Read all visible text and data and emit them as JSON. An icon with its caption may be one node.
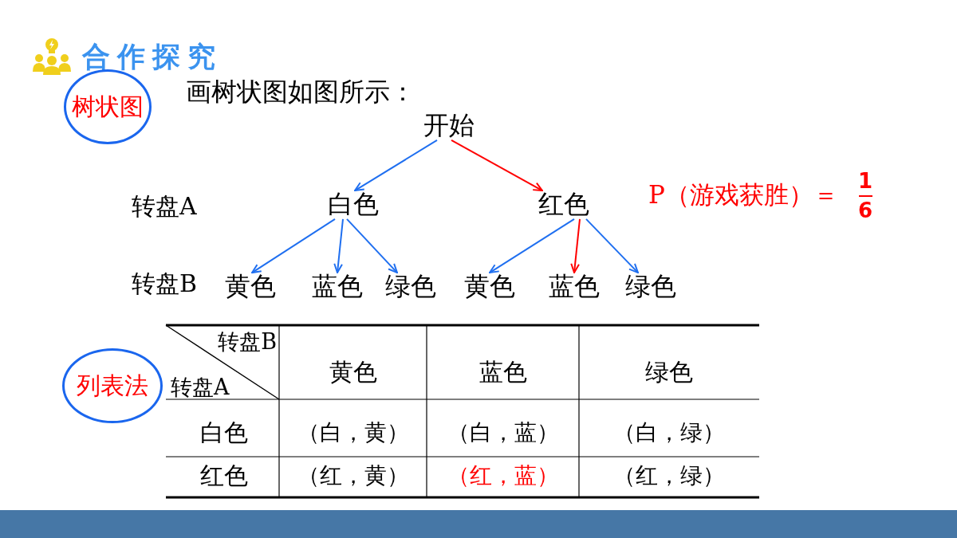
{
  "diagram": {
    "title": "合作探究",
    "nodes": [
      {
        "text": [
          "树状图"
        ]
      },
      {
        "text": [
          "开始"
        ]
      },
      {
        "text": [
          "白色"
        ]
      },
      {
        "text": [
          "红色"
        ]
      },
      {
        "text": [
          "黄色"
        ]
      },
      {
        "text": [
          "蓝色"
        ]
      },
      {
        "text": [
          "绿色"
        ]
      },
      {
        "text": [
          "黄色"
        ]
      },
      {
        "text": [
          "蓝色"
        ]
      },
      {
        "text": [
          "绿色"
        ]
      },
      {
        "text": [
          "列表法"
        ]
      }
    ],
    "edges": [
      {
        "from": 1,
        "to": 2,
        "arrow": "to"
      },
      {
        "from": 1,
        "to": 3,
        "arrow": "to",
        "color": "#ff0000"
      },
      {
        "from": 2,
        "to": 4,
        "arrow": "to"
      },
      {
        "from": 2,
        "to": 5,
        "arrow": "to"
      },
      {
        "from": 2,
        "to": 6,
        "arrow": "to"
      },
      {
        "from": 3,
        "to": 7,
        "arrow": "to"
      },
      {
        "from": 3,
        "to": 8,
        "arrow": "to",
        "color": "#ff0000"
      },
      {
        "from": 3,
        "to": 9,
        "arrow": "to"
      }
    ],
    "labels": [
      "画树状图如图所示：",
      "转盘A",
      "P（游戏获胜）＝",
      "1",
      "6",
      "转盘B",
      "转盘B",
      "转盘A",
      "黄色",
      "蓝色",
      "绿色",
      "白色",
      "（白，黄）",
      "（白，蓝）",
      "（白，绿）",
      "红色",
      "（红，黄）",
      "（红，蓝）",
      "（红，绿）"
    ]
  }
}
